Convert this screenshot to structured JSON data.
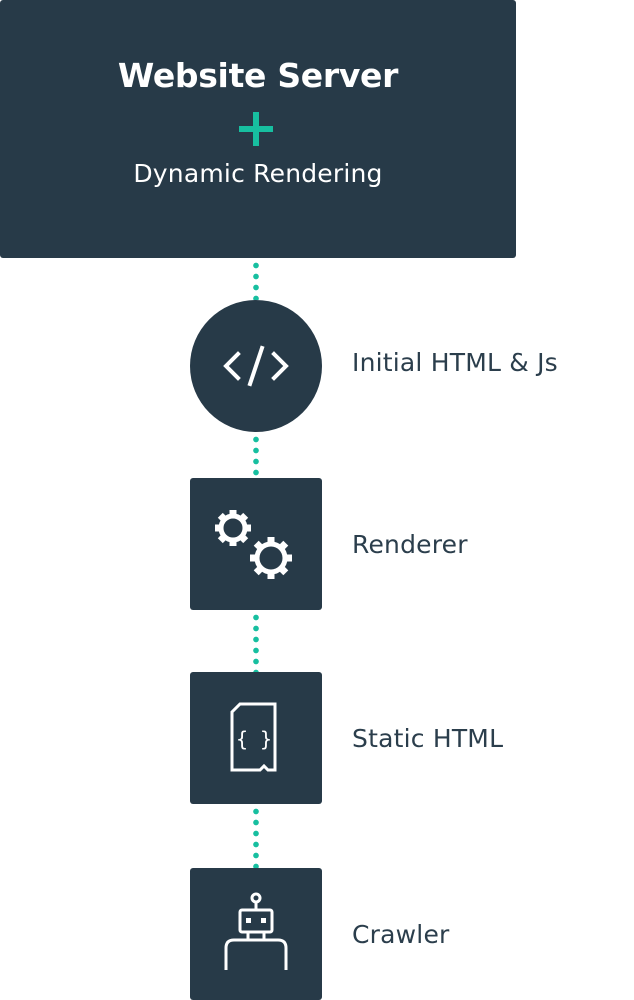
{
  "server": {
    "title": "Website Server",
    "subtitle": "Dynamic Rendering",
    "plus_icon": "plus-icon"
  },
  "steps": [
    {
      "label": "Initial HTML & Js",
      "icon": "code-icon"
    },
    {
      "label": "Renderer",
      "icon": "gears-icon"
    },
    {
      "label": "Static HTML",
      "icon": "document-braces-icon"
    },
    {
      "label": "Crawler",
      "icon": "robot-icon"
    }
  ],
  "colors": {
    "node": "#273a48",
    "accent": "#17bfa0",
    "label_text": "#2b3e4c",
    "title_text": "#ffffff"
  }
}
